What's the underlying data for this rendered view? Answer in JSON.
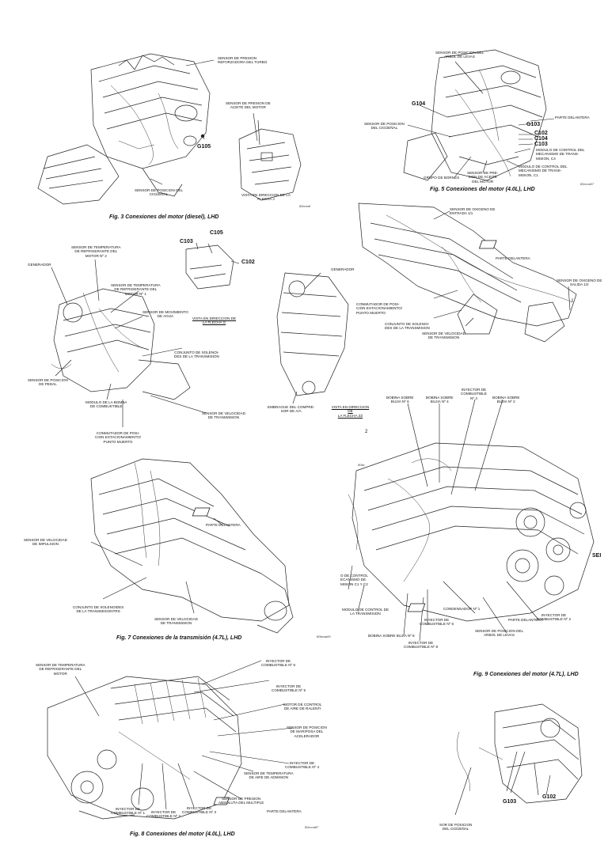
{
  "fig3": {
    "caption": "Fig. 3 Conexiones del motor (diesel), LHD",
    "code": "80cceaf",
    "labels": {
      "boost": "SENSOR DE PRESION\nREFORZADORA DEL TURBO",
      "oil": "SENSOR DE PRESION DE\nACEITE DEL MOTOR",
      "g105": "G105",
      "crank": "SENSOR DE POSICION DEL\nCIGÜEÑAL",
      "view": "VISTA EN DIRECCION DE LA\nFLECHA J"
    }
  },
  "fig5": {
    "caption": "Fig. 5 Conexiones del motor (4.0L), LHD",
    "code": "80ccca07",
    "labels": {
      "cam": "SENSOR DE POSICION DEL\nARBOL DE LEVAS",
      "g104": "G104",
      "crank": "SENSOR DE POSICION\nDEL CIGÜEÑAL",
      "front": "PARTE DELANTERA",
      "g103": "G103",
      "c102": "C102",
      "c104": "C104",
      "c103": "C103",
      "mod": "MODULO DE CONTROL DEL\nMECANISMO DE TRANS-\nMISION, C4",
      "mod2": "MODULO DE CONTROL DEL\nMECANISMO DE TRANS-\nMISION, C1",
      "grupo": "GRUPO DE BORNES",
      "oilp": "SENSOR DE PRE-\nSION DE ACEITE\nDEL MOTOR"
    }
  },
  "fig_o2": {
    "labels": {
      "o2_1": "SENSOR DE OXIGENO DE\nENTRADA 1/1",
      "front": "PARTE DELANTERA",
      "o2_2": "SENSOR DE OXIGENO DE\nSALIDA 1/2",
      "park": "CONMUTADOR DE POSI-\nCION ESTACIONAMIENTO/\nPUNTO MUERTO",
      "sol": "CONJUNTO DE SOLENOI-\nDES DE LA TRANSMISION",
      "speed": "SENSOR DE VELOCIDAD\nDE TRANSMISION"
    }
  },
  "fig_mid": {
    "labels": {
      "temp2": "SENSOR DE TEMPERATURA\nDE REFRIGERANTE DEL\nMOTOR Nº 2",
      "c105": "C105",
      "c103": "C103",
      "c102": "C102",
      "gen": "GENERADOR",
      "temp1": "SENSOR DE TEMPERATURA\nDE REFRIGERANTE DEL\nMOTOR Nº 1",
      "view_g": "VISTA EN DIRECCION DE\nLA FLECHA G",
      "ck": "SENSOR DE MOVIMIENTO\nDE AGUA",
      "sol": "CONJUNTO DE SOLENOI-\nDES DE LA TRANSMISION",
      "pedal": "SENSOR DE POSICION\nDE PEDAL",
      "fuel": "MODULO DE LA BOMBA\nDE COMBUSTIBLE",
      "speed": "SENSOR DE VELOCIDAD\nDE TRANSMISION",
      "park": "CONMUTADOR DE POSI-\nCION ESTACIONAMIENTO/\nPUNTO MUERTO",
      "gen2": "GENERADOR",
      "clutch": "EMBRAGUE DEL COMPRE-\nSOR DE A/A",
      "view_z": "VISTA EN DIRECCION DE\nLA FLECHA ZZ",
      "pagenum": "2"
    }
  },
  "fig7": {
    "caption": "Fig. 7 Conexiones de la transmisión (4.7L), LHD",
    "code": "80bcaa00",
    "labels": {
      "front": "PARTE DELANTERA",
      "input": "SENSOR DE VELOCIDAD\nDE IMPULSION",
      "sol": "CONJUNTO DE SOLENOIDES\nDE LA TRANSMISIONTRS",
      "out": "SENSOR DE VELOCIDAD\nDE TRANSMISION"
    }
  },
  "fig9": {
    "caption": "Fig. 9 Conexiones del motor (4.7L), LHD",
    "code": "80bc",
    "labels": {
      "coil6": "BOBINA SOBRE\nBUJIA Nº 6",
      "coil4": "BOBINA SOBRE\nBUJIA Nº 4",
      "inj4": "INYECTOR DE\nCOMBUSTIBLE\nNº 4",
      "coil2": "BOBINA SOBRE\nBUJIA Nº 2",
      "tcm": "O DE CONTROL\nECANISMO DE\nMISION C1 Y C2",
      "tcm2": "MODULO DE CONTROL DE\nLA TRANSMISION",
      "cond": "CONDENSADOR Nº 1",
      "front": "PARTE DELANTERA",
      "inj2": "INYECTOR DE\nCOMBUSTIBLE Nº 2",
      "inj6": "INYECTOR DE\nCOMBUSTIBLE Nº 6",
      "cam": "SENSOR DE POSICION DEL\nARBOL DE LEVAS",
      "coil8": "BOBINA SOBRE BUJIA Nº 8",
      "inj8": "INYECTOR DE\nCOMBUSTIBLE Nº 8",
      "side": "SEI"
    }
  },
  "fig8": {
    "caption": "Fig. 8 Conexiones del motor (4.0L), LHD",
    "code": "80ccca87",
    "labels": {
      "temp": "SENSOR DE TEMPERATURA\nDE REFRIGERANTE DEL\nMOTOR",
      "inj6": "INYECTOR DE\nCOMBUSTIBLE Nº 6",
      "inj5": "INYECTOR DE\nCOMBUSTIBLE Nº 5",
      "iac": "MOTOR DE CONTROL\nDE AIRE DE RALENTI",
      "tps": "SENSOR DE POSICION\nDE MARIPOSA DEL\nACELERADOR",
      "inj4": "INYECTOR DE\nCOMBUSTIBLE Nº 4",
      "iat": "SENSOR DE TEMPERATURA\nDE AIRE DE ADMISION",
      "map": "SENSOR DE PRESION\nABSOLUTA DEL MULTIPLE",
      "inj1": "INYECTOR DE\nCOMBUSTIBLE Nº 1",
      "inj2": "INYECTOR DE\nCOMBUSTIBLE Nº 2",
      "inj3": "INYECTOR DE\nCOMBUSTIBLE Nº 3",
      "front": "PARTE DELANTERA"
    }
  },
  "fig_g": {
    "labels": {
      "g102": "G102",
      "g103": "G103",
      "crank": "SOR DE POSICION\nDEL CIGÜEÑAL"
    }
  }
}
